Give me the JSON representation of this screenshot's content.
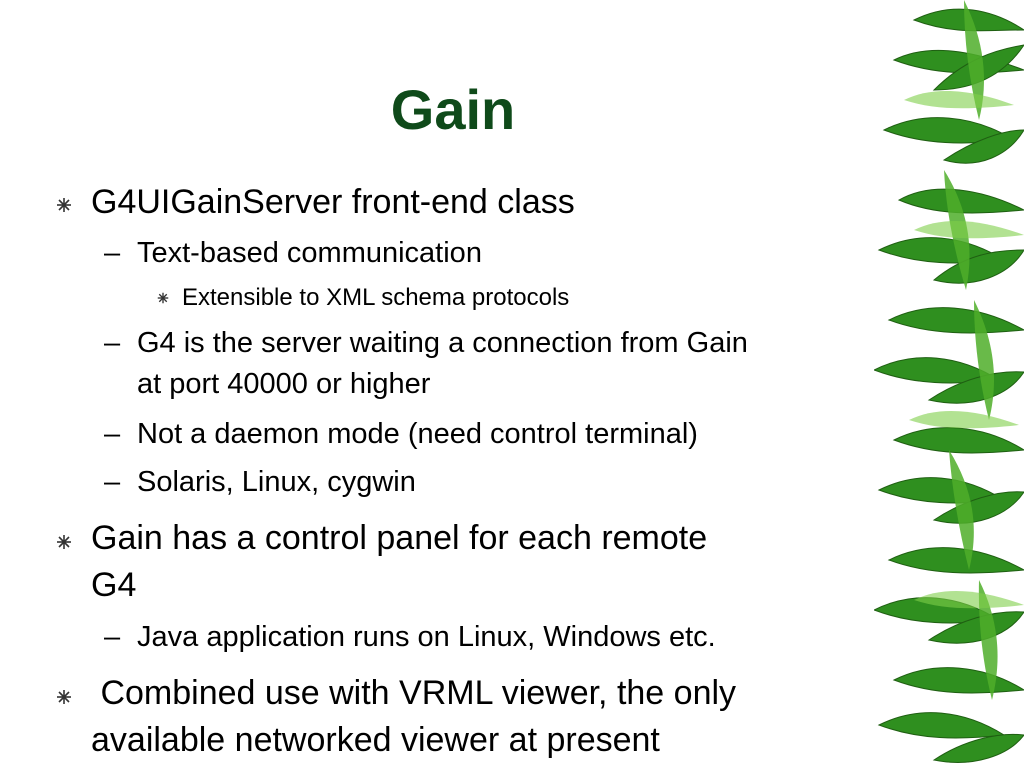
{
  "slide": {
    "title": "Gain",
    "title_color": "#0f4a1a",
    "bullet_icon": "asterisk-star-icon",
    "sub_bullet_icon": "en-dash",
    "decoration": "bamboo-leaves-image",
    "items": [
      {
        "level": 1,
        "text": "G4UIGainServer front-end class"
      },
      {
        "level": 2,
        "text": "Text-based communication"
      },
      {
        "level": 3,
        "text": "Extensible to XML schema protocols"
      },
      {
        "level": 2,
        "text": "G4 is the server waiting a connection from Gain",
        "text2": "at port 40000 or higher"
      },
      {
        "level": 2,
        "text": "Not a daemon mode (need control terminal)"
      },
      {
        "level": 2,
        "text": "Solaris, Linux, cygwin"
      },
      {
        "level": 1,
        "text": "Gain has a control panel for each remote",
        "text2": "G4"
      },
      {
        "level": 2,
        "text": "Java application runs on Linux, Windows etc."
      },
      {
        "level": 1,
        "text": " Combined use with VRML viewer, the only",
        "text2": "available networked viewer at present"
      }
    ]
  }
}
